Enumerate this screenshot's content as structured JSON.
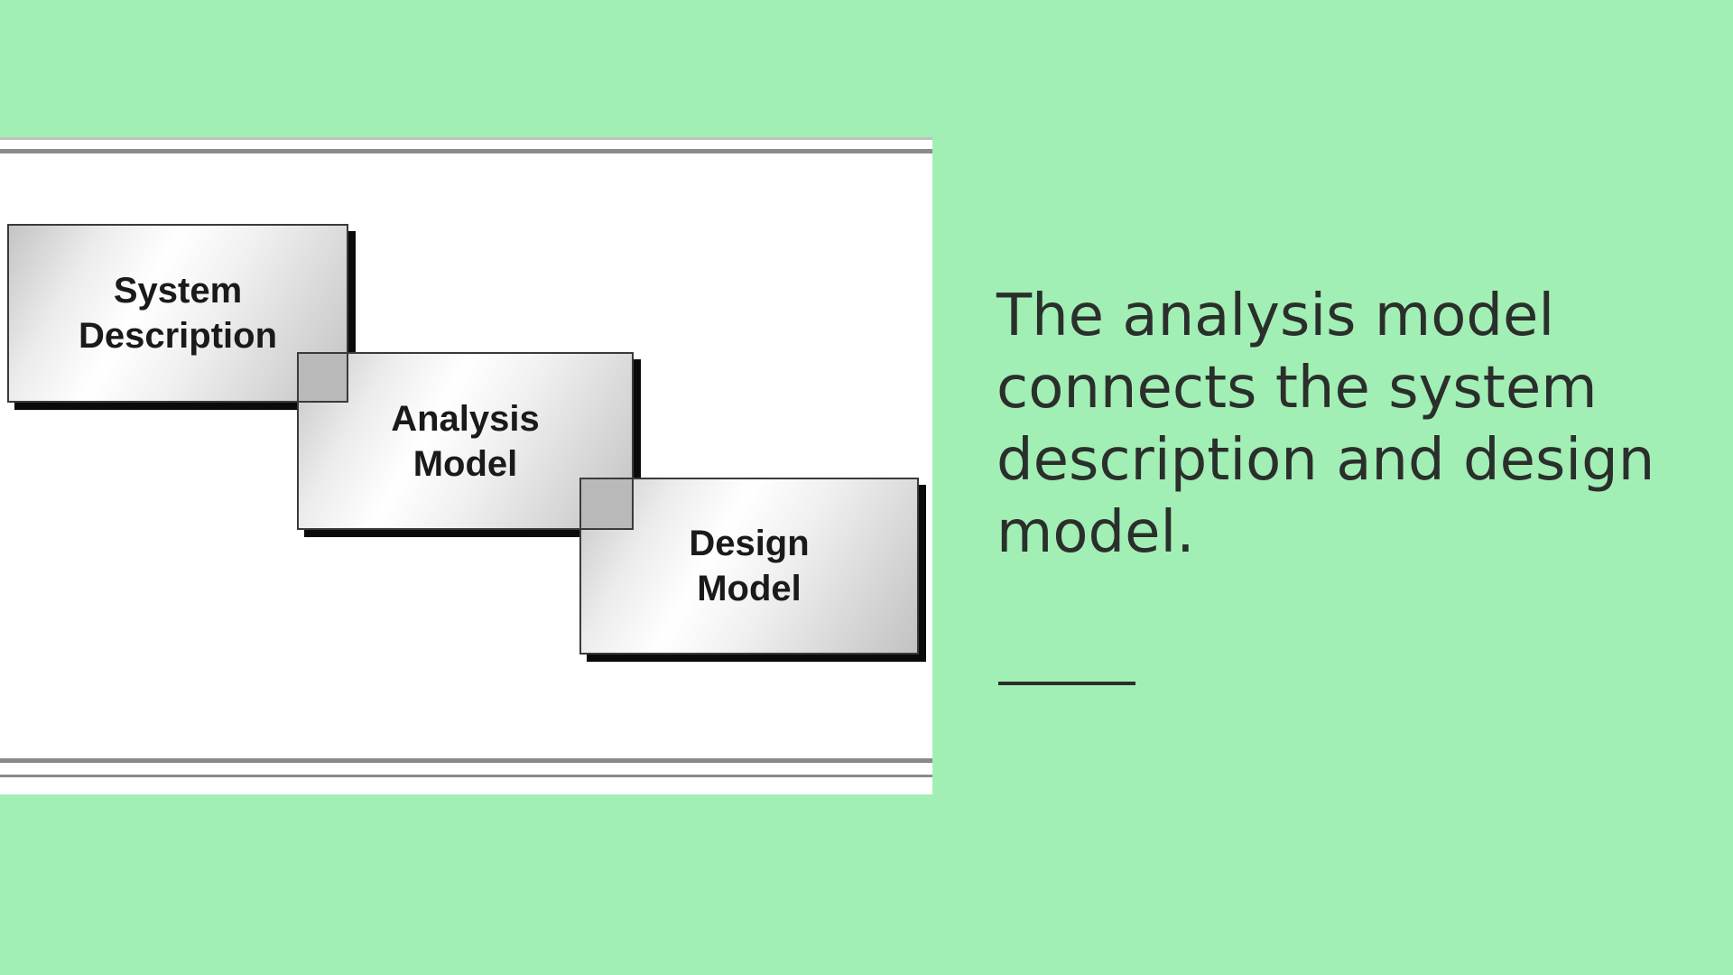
{
  "diagram": {
    "boxes": [
      {
        "id": "system-description",
        "label": "System\nDescription"
      },
      {
        "id": "analysis-model",
        "label": "Analysis\nModel"
      },
      {
        "id": "design-model",
        "label": "Design\nModel"
      }
    ]
  },
  "slide": {
    "caption": "The analysis model connects the system description and design model."
  },
  "colors": {
    "slide_background": "#a2efb5",
    "figure_background": "#ffffff",
    "text": "#2b2f2c",
    "box_shadow": "#0a0a0a"
  }
}
